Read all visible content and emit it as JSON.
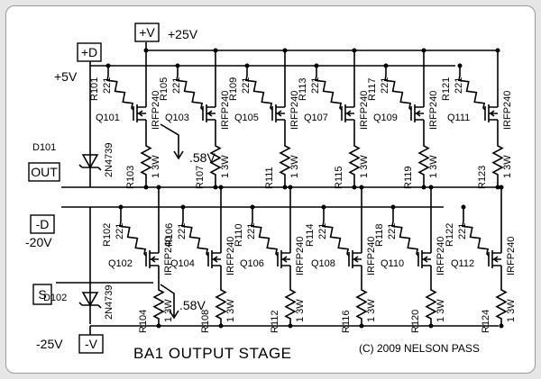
{
  "title": "BA1 OUTPUT STAGE",
  "copyright": "(C) 2009 NELSON PASS",
  "ports": {
    "plus_v": "+V",
    "plus_d": "+D",
    "out": "OUT",
    "minus_d": "-D",
    "s": "S",
    "minus_v": "-V"
  },
  "supply_labels": {
    "plus_25": "+25V",
    "plus_5": "+5V",
    "minus_20": "-20V",
    "minus_25": "-25V"
  },
  "bias_voltage": ".58V",
  "zeners": [
    {
      "ref": "D101",
      "part": "2N4739"
    },
    {
      "ref": "D102",
      "part": "2N4739"
    }
  ],
  "top_row": {
    "gate_resistors": [
      {
        "ref": "R101",
        "value": "221"
      },
      {
        "ref": "R105",
        "value": "221"
      },
      {
        "ref": "R109",
        "value": "221"
      },
      {
        "ref": "R113",
        "value": "221"
      },
      {
        "ref": "R117",
        "value": "221"
      },
      {
        "ref": "R121",
        "value": "221"
      }
    ],
    "transistors": [
      {
        "ref": "Q101",
        "part": "IRFP240"
      },
      {
        "ref": "Q103",
        "part": "IRFP240"
      },
      {
        "ref": "Q105",
        "part": "IRFP240"
      },
      {
        "ref": "Q107",
        "part": "IRFP240"
      },
      {
        "ref": "Q109",
        "part": "IRFP240"
      },
      {
        "ref": "Q111",
        "part": "IRFP240"
      }
    ],
    "source_resistors": [
      {
        "ref": "R103",
        "value": "1 3W"
      },
      {
        "ref": "R107",
        "value": "1 3W"
      },
      {
        "ref": "R111",
        "value": "1 3W"
      },
      {
        "ref": "R115",
        "value": "1 3W"
      },
      {
        "ref": "R119",
        "value": "1 3W"
      },
      {
        "ref": "R123",
        "value": "1 3W"
      }
    ]
  },
  "bottom_row": {
    "gate_resistors": [
      {
        "ref": "R102",
        "value": "221"
      },
      {
        "ref": "R106",
        "value": "221"
      },
      {
        "ref": "R110",
        "value": "221"
      },
      {
        "ref": "R114",
        "value": "221"
      },
      {
        "ref": "R118",
        "value": "221"
      },
      {
        "ref": "R122",
        "value": "221"
      }
    ],
    "transistors": [
      {
        "ref": "Q102",
        "part": "IRFP240"
      },
      {
        "ref": "Q104",
        "part": "IRFP240"
      },
      {
        "ref": "Q106",
        "part": "IRFP240"
      },
      {
        "ref": "Q108",
        "part": "IRFP240"
      },
      {
        "ref": "Q110",
        "part": "IRFP240"
      },
      {
        "ref": "Q112",
        "part": "IRFP240"
      }
    ],
    "source_resistors": [
      {
        "ref": "R104",
        "value": "1 3W"
      },
      {
        "ref": "R108",
        "value": "1 3W"
      },
      {
        "ref": "R112",
        "value": "1 3W"
      },
      {
        "ref": "R116",
        "value": "1 3W"
      },
      {
        "ref": "R120",
        "value": "1 3W"
      },
      {
        "ref": "R124",
        "value": "1 3W"
      }
    ]
  }
}
